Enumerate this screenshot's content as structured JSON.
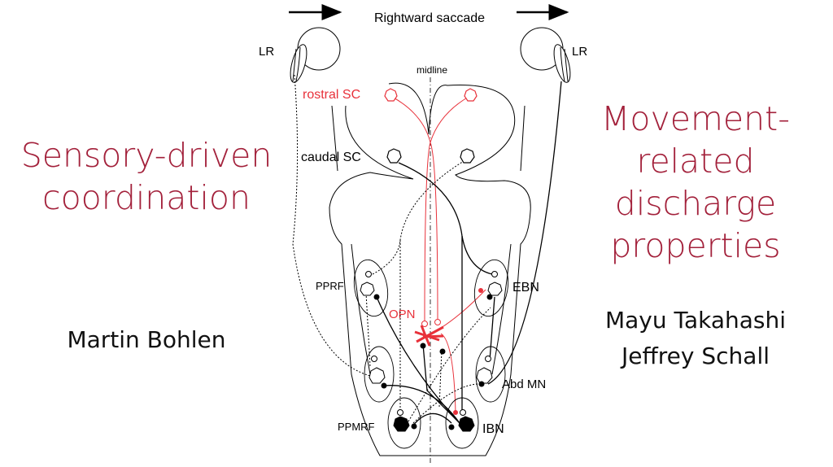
{
  "left": {
    "title_lines": [
      "Sensory-driven",
      "coordination"
    ],
    "author": "Martin Bohlen"
  },
  "right": {
    "title_lines": [
      "Movement-",
      "related",
      "discharge",
      "properties"
    ],
    "authors": [
      "Mayu Takahashi",
      "Jeffrey Schall"
    ]
  },
  "diagram": {
    "title": "Rightward saccade",
    "labels": {
      "lr_left": "LR",
      "lr_right": "LR",
      "midline": "midline",
      "rostral_sc": "rostral SC",
      "caudal_sc": "caudal SC",
      "pprf": "PPRF",
      "ebn": "EBN",
      "opn": "OPN",
      "abd_mn": "Abd MN",
      "ppmrf": "PPMRF",
      "ibn": "IBN"
    }
  },
  "colors": {
    "title": "#a3213b",
    "red_pathway": "#e8313a"
  }
}
